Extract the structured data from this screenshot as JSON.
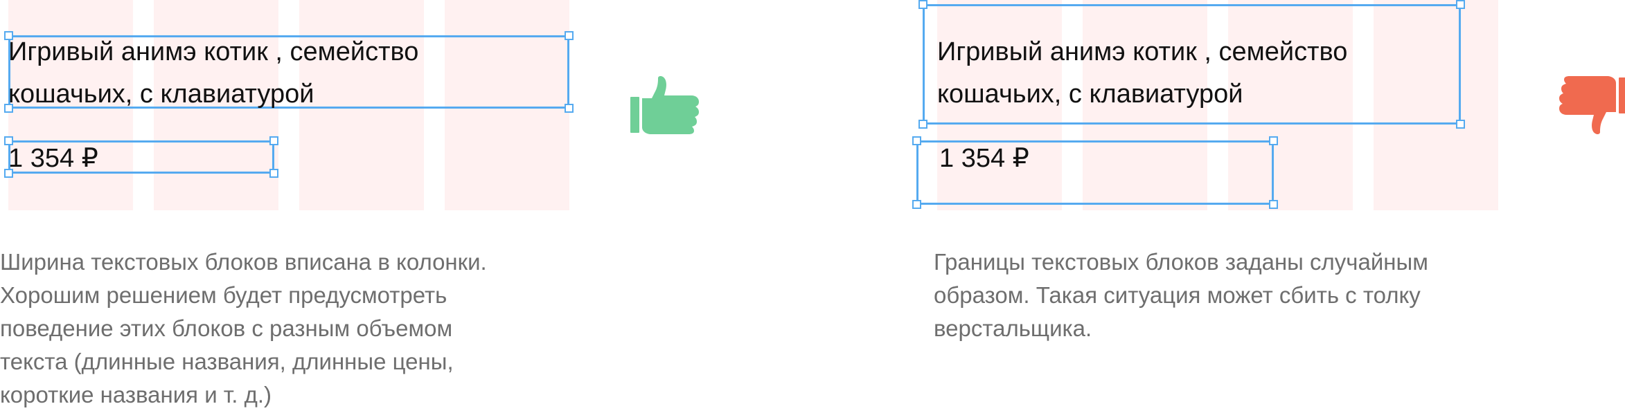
{
  "good_example": {
    "product_title": "Игривый анимэ котик , семейство\nкошачьих, с клавиатурой",
    "product_price": "1 354 ₽",
    "caption": "Ширина текстовых блоков вписана в колонки.\nХорошим решением будет предусмотреть\nповедение этих блоков с разным объемом\nтекста (длинные названия, длинные цены,\nкороткие названия и т. д.)",
    "icon": "thumbs-up-icon"
  },
  "bad_example": {
    "product_title": "Игривый анимэ котик , семейство\nкошачьих, с клавиатурой",
    "product_price": "1 354 ₽",
    "caption": "Границы текстовых блоков заданы случайным\nобразом. Такая ситуация может сбить с толку\nверстальщика.",
    "icon": "thumbs-down-icon"
  },
  "colors": {
    "column_fill": "#fff1f1",
    "textbox_border": "#55aaf0",
    "thumb_up": "#6fcf97",
    "thumb_down": "#f06a4f",
    "caption_text": "#6e6e6e"
  }
}
